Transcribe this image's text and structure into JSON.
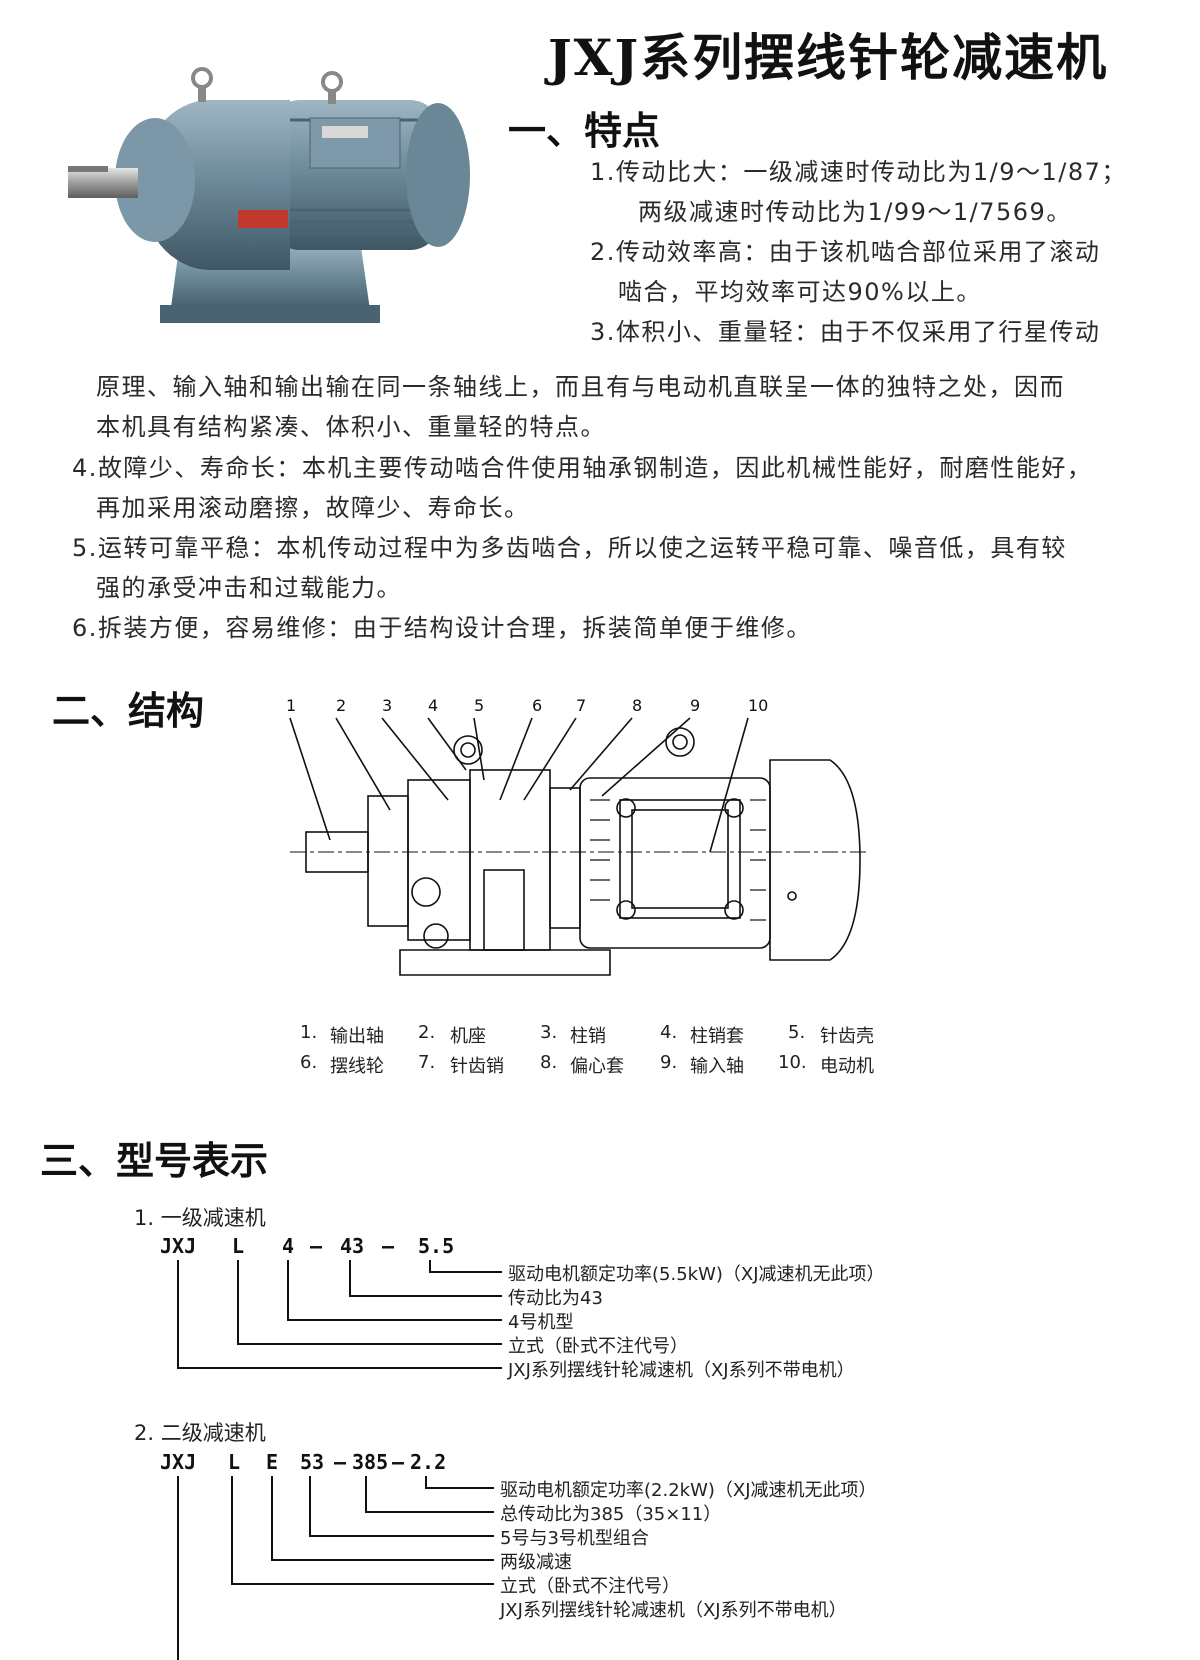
{
  "title": "JXJ系列摆线针轮减速机",
  "section1": {
    "heading": "一、特点",
    "lines": [
      "1.传动比大：一级减速时传动比为1/9～1/87；",
      "两级减速时传动比为1/99～1/7569。",
      "2.传动效率高：由于该机啮合部位采用了滚动",
      "啮合，平均效率可达90%以上。",
      "3.体积小、重量轻：由于不仅采用了行星传动",
      "原理、输入轴和输出输在同一条轴线上，而且有与电动机直联呈一体的独特之处，因而",
      "本机具有结构紧凑、体积小、重量轻的特点。",
      "4.故障少、寿命长：本机主要传动啮合件使用轴承钢制造，因此机械性能好，耐磨性能好，",
      "再加采用滚动磨擦，故障少、寿命长。",
      "5.运转可靠平稳：本机传动过程中为多齿啮合，所以使之运转平稳可靠、噪音低，具有较",
      "强的承受冲击和过载能力。",
      "6.拆装方便，容易维修：由于结构设计合理，拆装简单便于维修。"
    ]
  },
  "section2": {
    "heading": "二、结构",
    "part_numbers": [
      "1",
      "2",
      "3",
      "4",
      "5",
      "6",
      "7",
      "8",
      "9",
      "10"
    ],
    "legend": [
      {
        "num": "1.",
        "name": "输出轴"
      },
      {
        "num": "2.",
        "name": "机座"
      },
      {
        "num": "3.",
        "name": "柱销"
      },
      {
        "num": "4.",
        "name": "柱销套"
      },
      {
        "num": "5.",
        "name": "针齿壳"
      },
      {
        "num": "6.",
        "name": "摆线轮"
      },
      {
        "num": "7.",
        "name": "针齿销"
      },
      {
        "num": "8.",
        "name": "偏心套"
      },
      {
        "num": "9.",
        "name": "输入轴"
      },
      {
        "num": "10.",
        "name": "电动机"
      }
    ]
  },
  "section3": {
    "heading": "三、型号表示",
    "model1": {
      "label": "1. 一级减速机",
      "codes": [
        "JXJ",
        "L",
        "4",
        "–",
        "43",
        "–",
        "5.5"
      ],
      "descriptions": [
        "驱动电机额定功率(5.5kW)（XJ减速机无此项）",
        "传动比为43",
        "4号机型",
        "立式（卧式不注代号）",
        "JXJ系列摆线针轮减速机（XJ系列不带电机）"
      ]
    },
    "model2": {
      "label": "2. 二级减速机",
      "codes": [
        "JXJ",
        "L",
        "E",
        "53",
        "–",
        "385",
        "–",
        "2.2"
      ],
      "descriptions": [
        "驱动电机额定功率(2.2kW)（XJ减速机无此项）",
        "总传动比为385（35×11）",
        "5号与3号机型组合",
        "两级减速",
        "立式（卧式不注代号）",
        "JXJ系列摆线针轮减速机（XJ系列不带电机）"
      ]
    }
  },
  "colors": {
    "text": "#222222",
    "machine_body": "#6f8c9c",
    "machine_dark": "#4a6372",
    "label_red": "#c0392b"
  }
}
